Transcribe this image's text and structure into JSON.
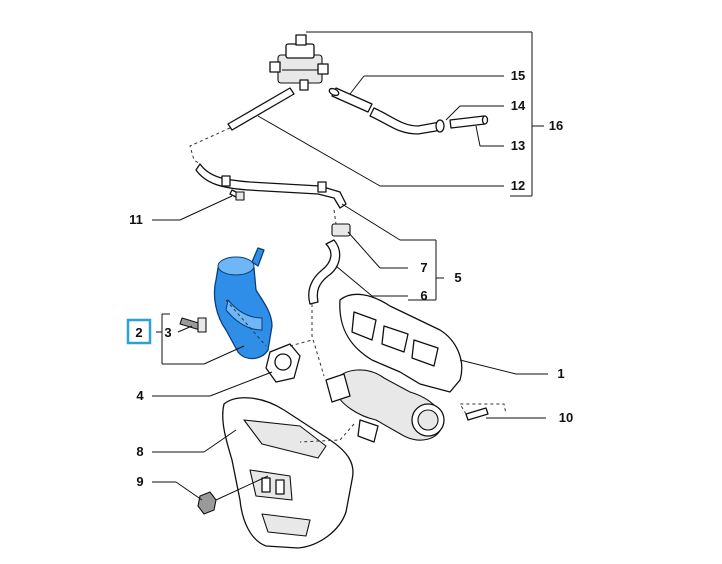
{
  "callouts": [
    {
      "id": "c1",
      "label": "1",
      "highlighted": false
    },
    {
      "id": "c2",
      "label": "2",
      "highlighted": true
    },
    {
      "id": "c3",
      "label": "3",
      "highlighted": false
    },
    {
      "id": "c4",
      "label": "4",
      "highlighted": false
    },
    {
      "id": "c5",
      "label": "5",
      "highlighted": false
    },
    {
      "id": "c6",
      "label": "6",
      "highlighted": false
    },
    {
      "id": "c7",
      "label": "7",
      "highlighted": false
    },
    {
      "id": "c8",
      "label": "8",
      "highlighted": false
    },
    {
      "id": "c9",
      "label": "9",
      "highlighted": false
    },
    {
      "id": "c10",
      "label": "10",
      "highlighted": false
    },
    {
      "id": "c11",
      "label": "11",
      "highlighted": false
    },
    {
      "id": "c12",
      "label": "12",
      "highlighted": false
    },
    {
      "id": "c13",
      "label": "13",
      "highlighted": false
    },
    {
      "id": "c14",
      "label": "14",
      "highlighted": false
    },
    {
      "id": "c15",
      "label": "15",
      "highlighted": false
    },
    {
      "id": "c16",
      "label": "16",
      "highlighted": false
    }
  ],
  "colors": {
    "highlight_fill": "#2f8fe8",
    "highlight_box": "#29a3d6",
    "line": "#111111"
  }
}
